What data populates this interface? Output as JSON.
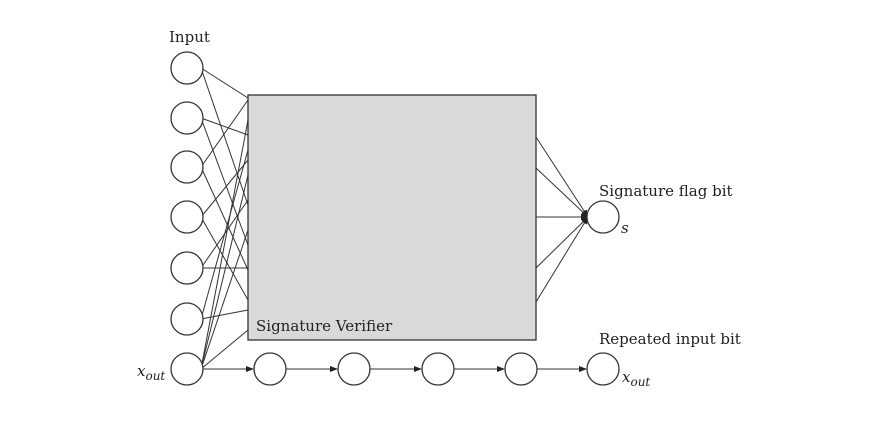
{
  "labels": {
    "input": "Input",
    "verifier": "Signature Verifier",
    "flag": "Signature flag bit",
    "flag_var": "s",
    "repeated": "Repeated input bit",
    "x_out_left": {
      "base": "x",
      "sub": "out"
    },
    "x_out_right": {
      "base": "x",
      "sub": "out"
    }
  },
  "nodes": {
    "input_count": 7,
    "chain_count": 4
  },
  "colors": {
    "verifier_fill": "#d9d9d9",
    "stroke": "#333333",
    "background": "#ffffff"
  }
}
